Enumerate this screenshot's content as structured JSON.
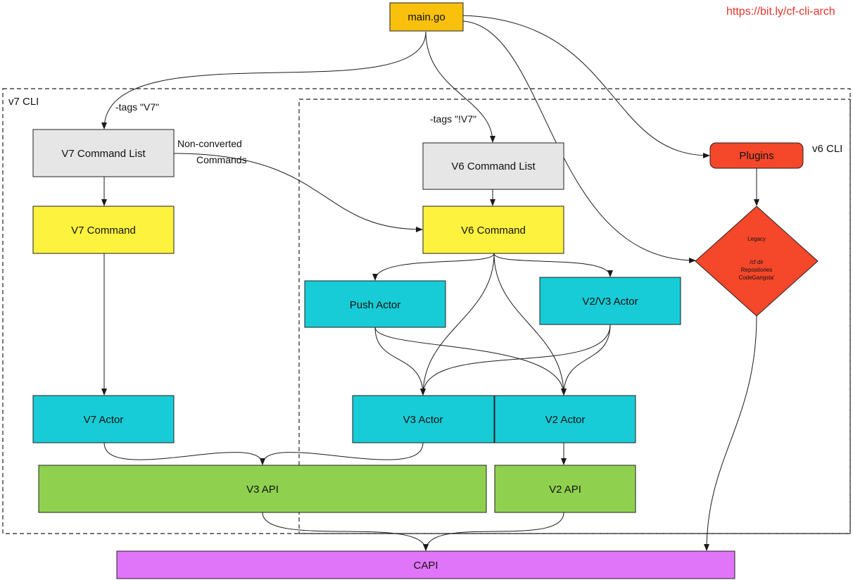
{
  "link": "https://bit.ly/cf-cli-arch",
  "regions": {
    "v7": "v7 CLI",
    "v6": "v6 CLI"
  },
  "nodes": {
    "main": {
      "label": "main.go",
      "color": "#f9c10e"
    },
    "v7_command_list": {
      "label": "V7 Command List",
      "color": "#e6e6e6"
    },
    "v6_command_list": {
      "label": "V6 Command List",
      "color": "#e6e6e6"
    },
    "plugins": {
      "label": "Plugins",
      "color": "#f5472a"
    },
    "v7_command": {
      "label": "V7 Command",
      "color": "#fdf23d"
    },
    "v6_command": {
      "label": "V6 Command",
      "color": "#fdf23d"
    },
    "push_actor": {
      "label": "Push Actor",
      "color": "#17ccd6"
    },
    "v2v3_actor": {
      "label": "V2/V3 Actor",
      "color": "#17ccd6"
    },
    "legacy": {
      "lines": [
        "Legacy",
        "/cf dir",
        "Repositories",
        "CodeGangsta'"
      ],
      "color": "#f5472a"
    },
    "v7_actor": {
      "label": "V7 Actor",
      "color": "#17ccd6"
    },
    "v3_actor": {
      "label": "V3 Actor",
      "color": "#17ccd6"
    },
    "v2_actor": {
      "label": "V2 Actor",
      "color": "#17ccd6"
    },
    "v3_api": {
      "label": "V3 API",
      "color": "#8fd14f"
    },
    "v2_api": {
      "label": "V2 API",
      "color": "#8fd14f"
    },
    "capi": {
      "label": "CAPI",
      "color": "#e175f9"
    }
  },
  "edge_labels": {
    "tags_v7": "-tags \"V7\"",
    "tags_not_v7": "-tags \"!V7\"",
    "non_converted_1": "Non-converted",
    "non_converted_2": "Commands"
  },
  "colors": {
    "link": "#e8322b",
    "stroke": "#222222"
  }
}
